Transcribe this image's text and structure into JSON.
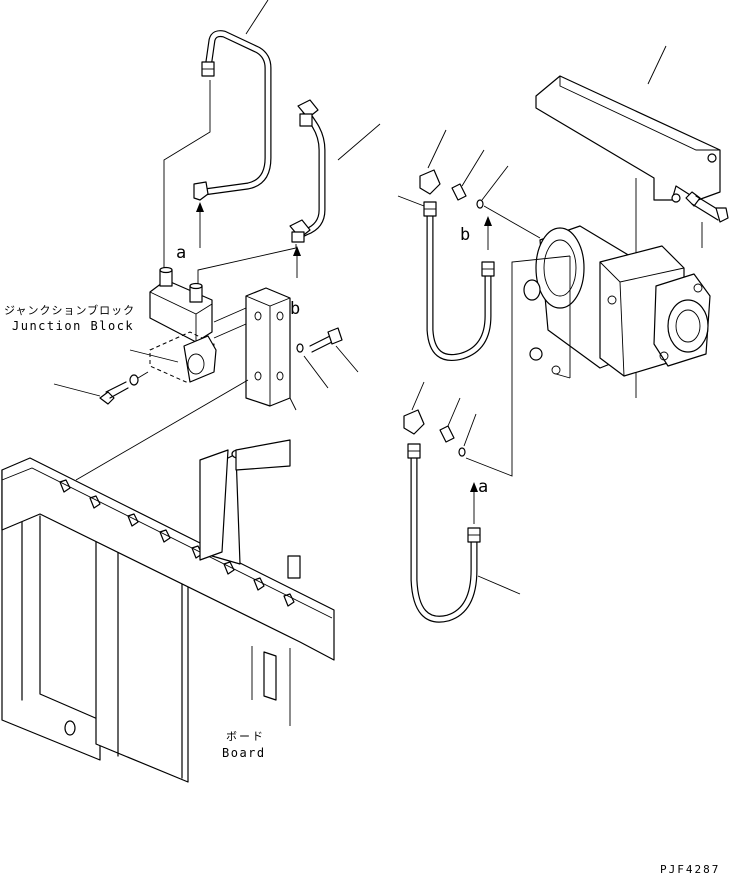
{
  "labels": {
    "junction_block_jp": "ジャンクションブロック",
    "junction_block_en": "Junction Block",
    "board_jp": "ボード",
    "board_en": "Board",
    "ref_a_upper": "a",
    "ref_b_upper": "b",
    "ref_b_right": "b",
    "ref_a_lower": "a",
    "drawing_code": "PJF4287"
  }
}
